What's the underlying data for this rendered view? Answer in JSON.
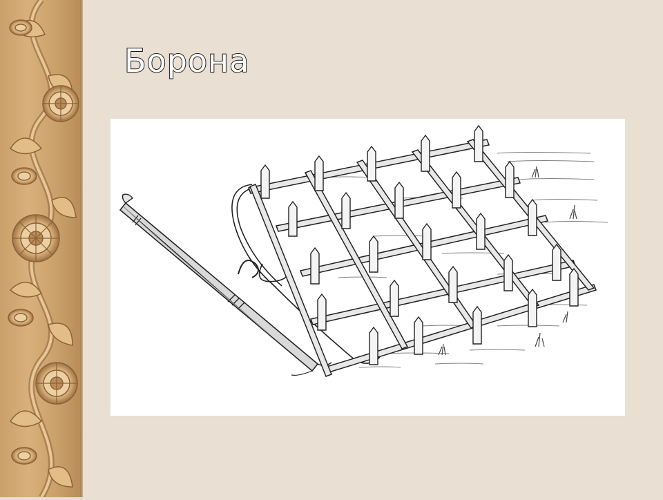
{
  "slide": {
    "title": "Борона"
  },
  "colors": {
    "background": "#eadfd3",
    "ornament_wood": "#d2a877",
    "ornament_dark": "#8a6238",
    "title_fill": "#ffffff",
    "title_stroke": "#1a1a1a",
    "ink": "#2b2b2b"
  },
  "illustration": {
    "subject": "harrow-drawing"
  },
  "decor": {
    "left_border": "carved-floral-wood-ornament"
  }
}
